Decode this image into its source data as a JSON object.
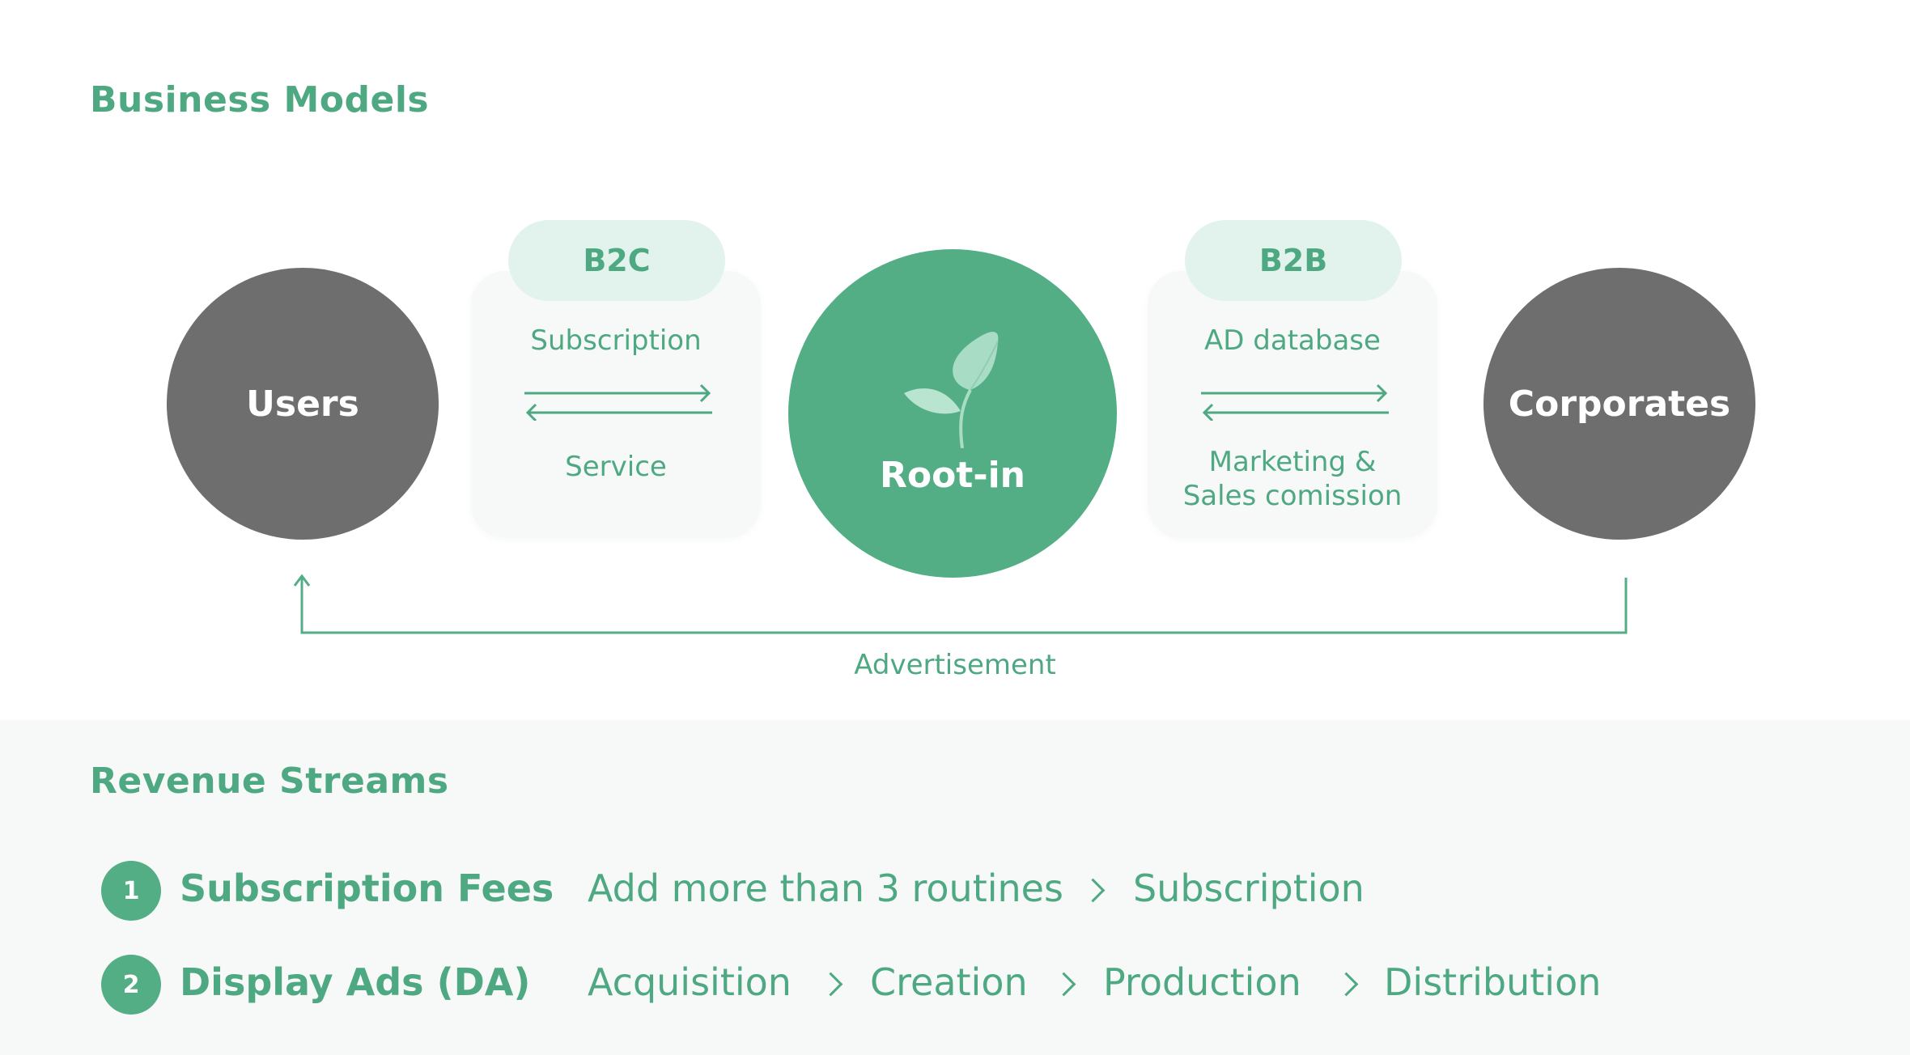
{
  "business_models": {
    "title": "Business Models",
    "users_label": "Users",
    "center_label": "Root-in",
    "corporates_label": "Corporates",
    "b2c": {
      "tag": "B2C",
      "top_text": "Subscription",
      "bottom_text": "Service"
    },
    "b2b": {
      "tag": "B2B",
      "top_text": "AD database",
      "bottom_line1": "Marketing &",
      "bottom_line2": "Sales comission"
    },
    "loop_label": "Advertisement"
  },
  "revenue_streams": {
    "title": "Revenue Streams",
    "items": [
      {
        "number": "1",
        "name": "Subscription Fees",
        "steps": [
          "Add more than 3 routines",
          "Subscription"
        ]
      },
      {
        "number": "2",
        "name": "Display Ads (DA)",
        "steps": [
          "Acquisition",
          "Creation",
          "Production",
          "Distribution"
        ]
      }
    ]
  },
  "colors": {
    "accent_green": "#54ae85",
    "text_green": "#4ea982",
    "pill_bg": "#e1f3ec",
    "grey_circle": "#6e6e6e"
  },
  "icons": [
    "leaf-sprout-icon",
    "chevron-right-icon",
    "arrow-right-icon",
    "arrow-left-icon",
    "arrow-up-icon"
  ]
}
